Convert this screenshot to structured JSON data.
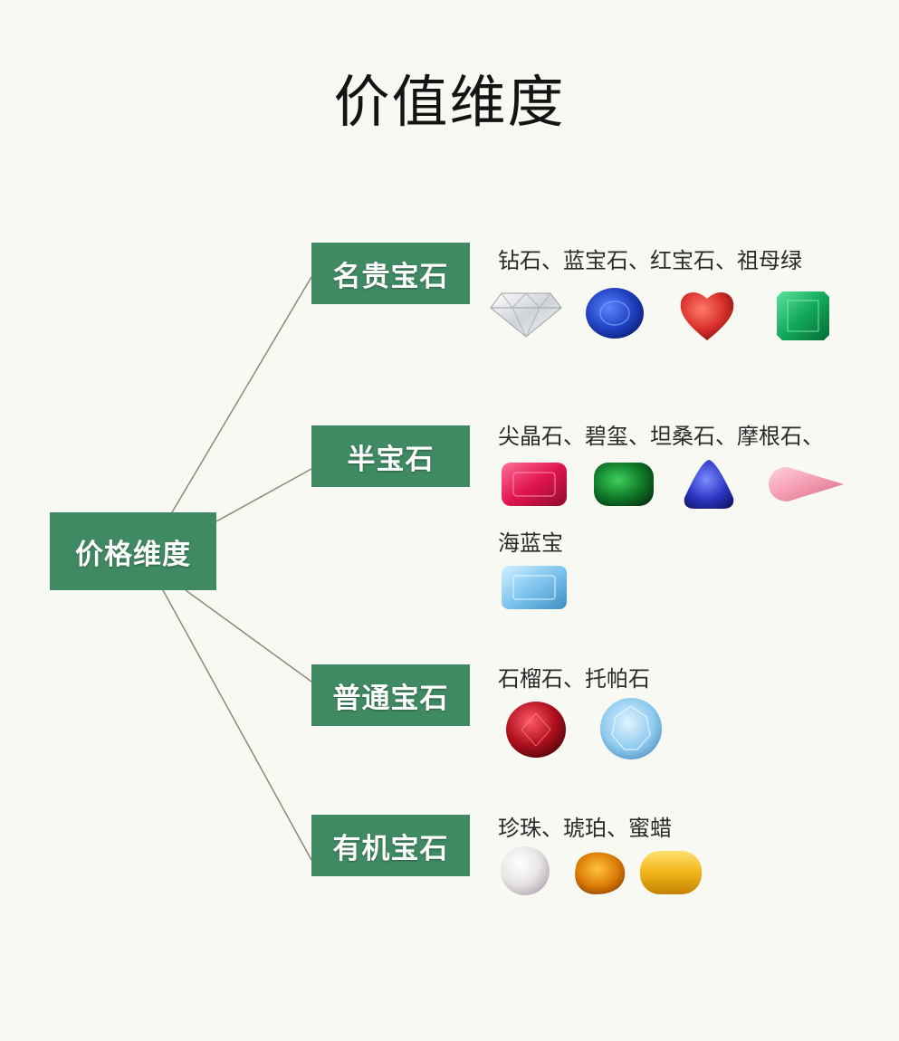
{
  "title": "价值维度",
  "root": "价格维度",
  "categories": [
    {
      "name": "名贵宝石",
      "gems": "钻石、蓝宝石、红宝石、祖母绿"
    },
    {
      "name": "半宝石",
      "gems": "尖晶石、碧玺、坦桑石、摩根石、",
      "gems_line2": "海蓝宝"
    },
    {
      "name": "普通宝石",
      "gems": "石榴石、托帕石"
    },
    {
      "name": "有机宝石",
      "gems": "珍珠、琥珀、蜜蜡"
    }
  ],
  "colors": {
    "box": "#3f8a62",
    "line": "#8a8a7a",
    "background": "#f8f9f3"
  }
}
